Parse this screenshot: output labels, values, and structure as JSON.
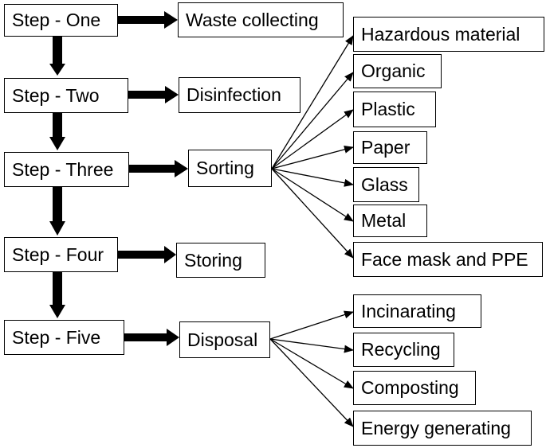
{
  "steps": [
    "Step - One",
    "Step - Two",
    "Step - Three",
    "Step - Four",
    "Step - Five"
  ],
  "actions": [
    "Waste collecting",
    "Disinfection",
    "Sorting",
    "Storing",
    "Disposal"
  ],
  "sorting_categories": [
    "Hazardous material",
    "Organic",
    "Plastic",
    "Paper",
    "Glass",
    "Metal",
    "Face mask and PPE"
  ],
  "disposal_methods": [
    "Incinarating",
    "Recycling",
    "Composting",
    "Energy generating"
  ],
  "colors": {
    "line": "#000000",
    "box_border": "#000000",
    "background": "#ffffff"
  }
}
